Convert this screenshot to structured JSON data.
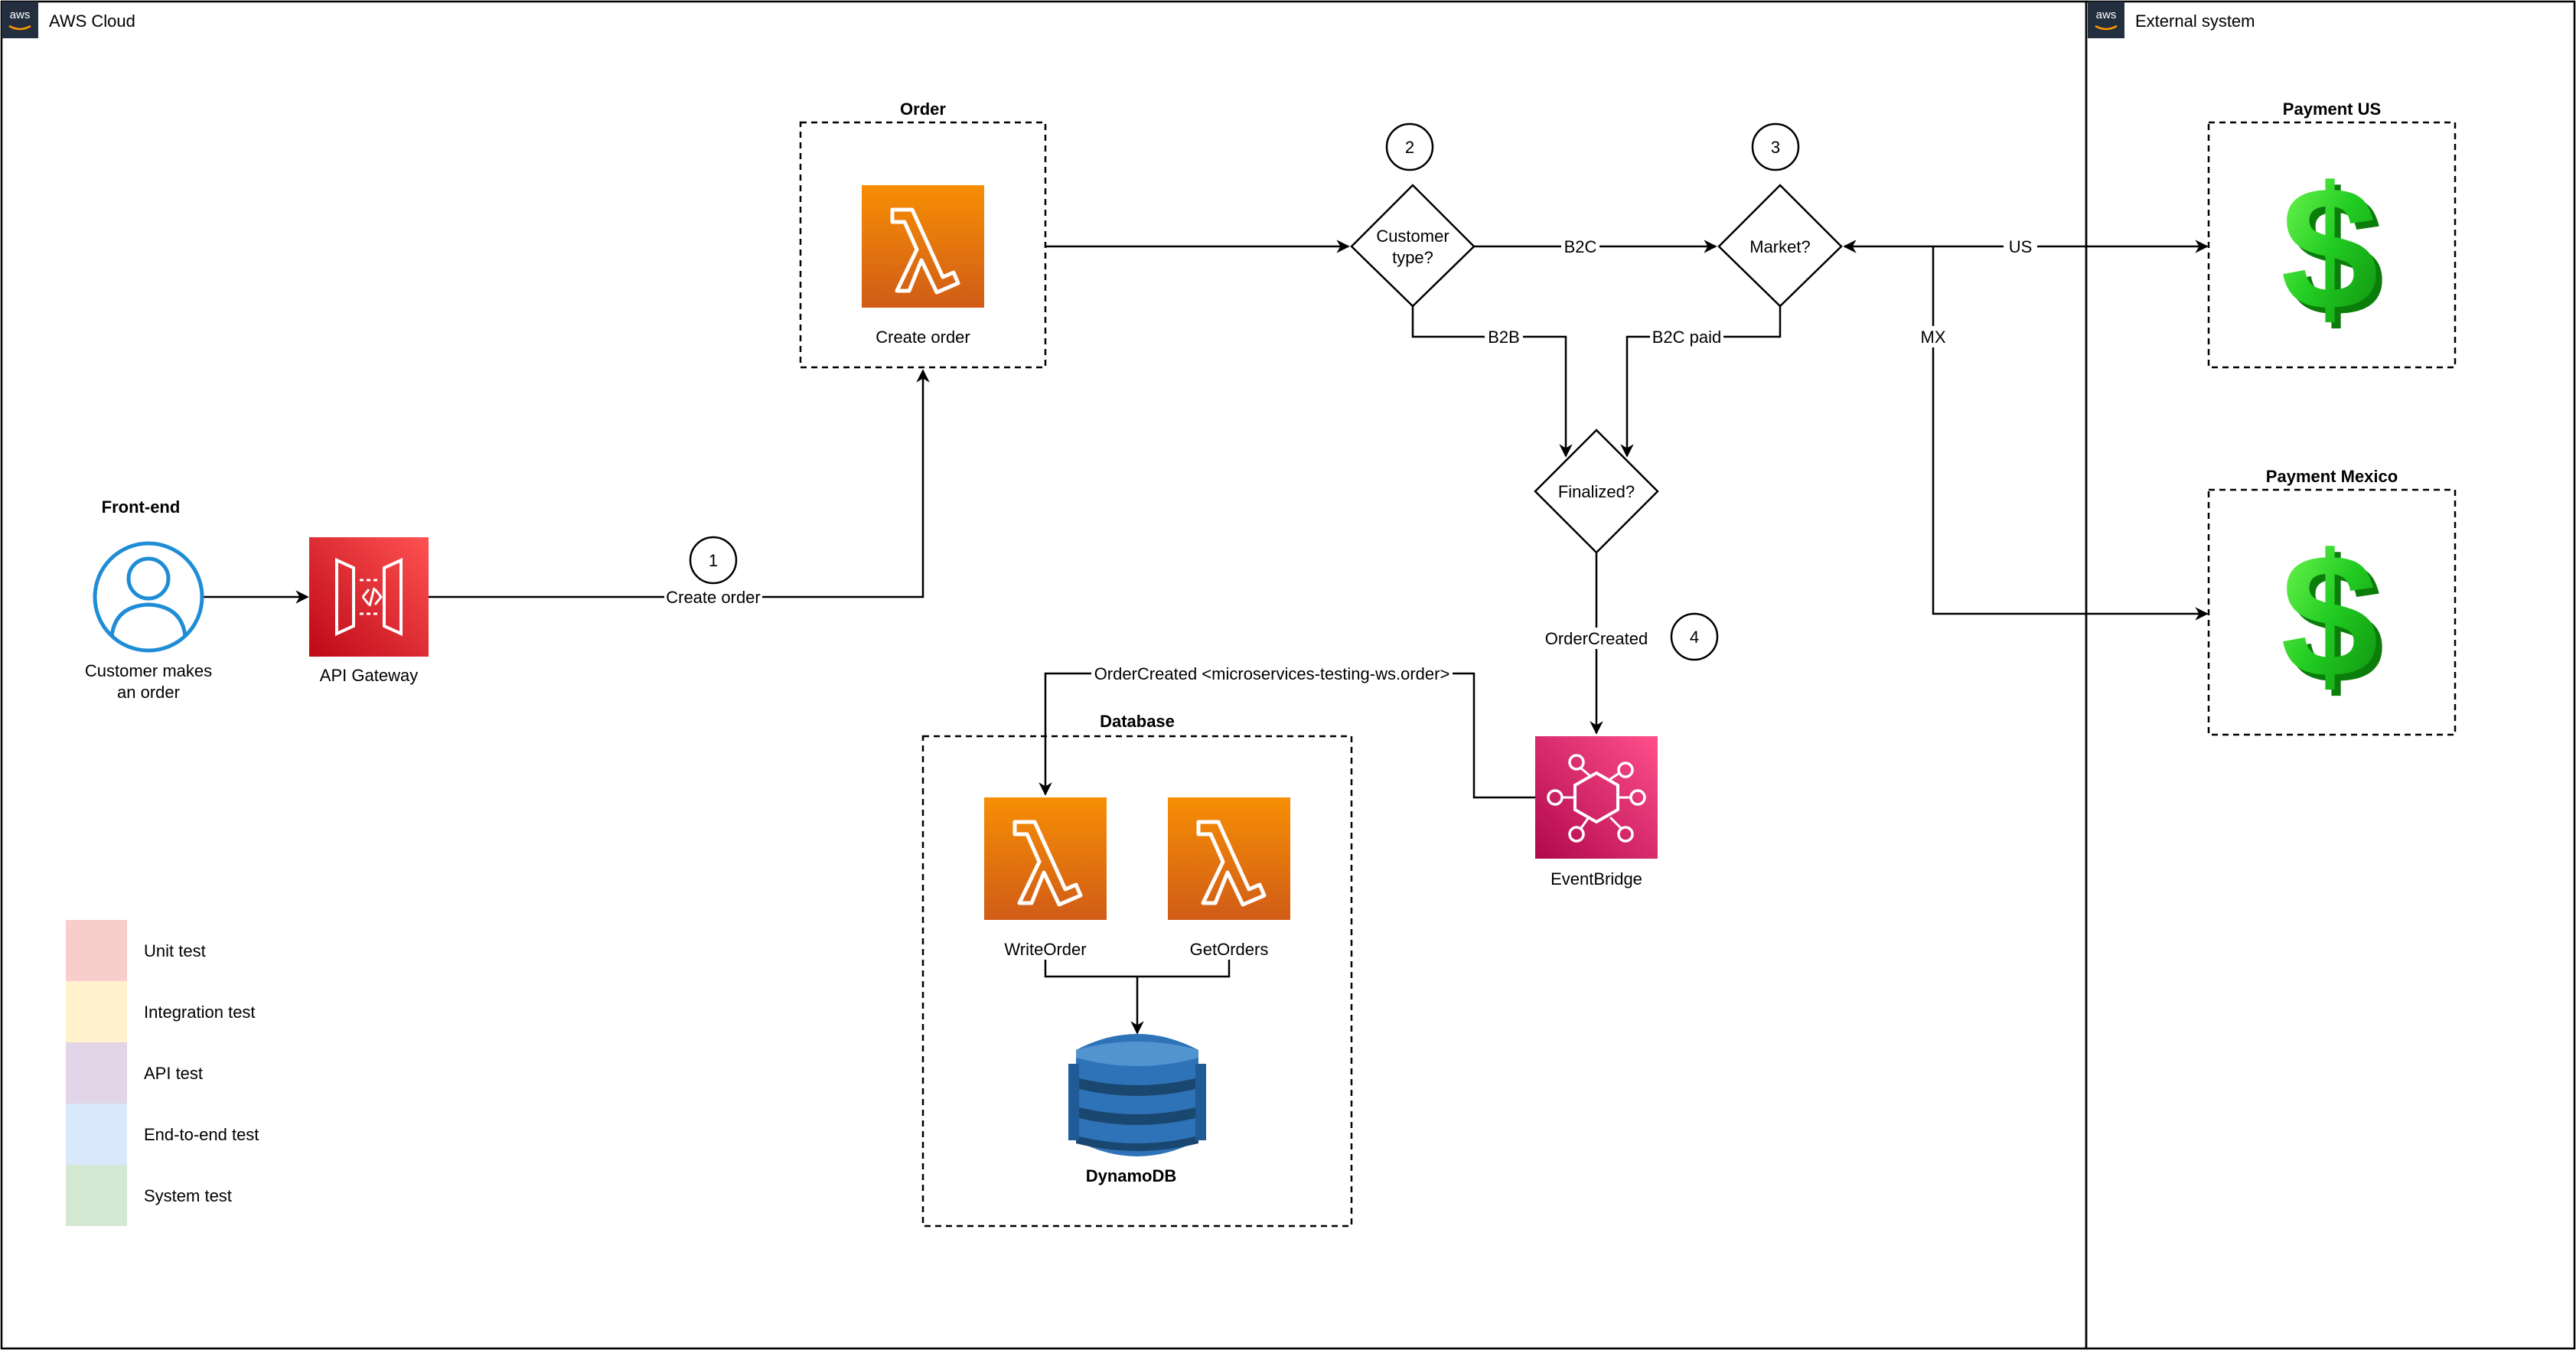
{
  "containers": {
    "aws_cloud": "AWS Cloud",
    "external_system": "External system",
    "aws_badge": "aws"
  },
  "groups": {
    "order": "Order",
    "database": "Database",
    "payment_us": "Payment US",
    "payment_mexico": "Payment Mexico",
    "front_end": "Front-end"
  },
  "nodes": {
    "customer": "Customer makes an order",
    "api_gateway": "API Gateway",
    "create_order": "Create order",
    "customer_type": "Customer type?",
    "market": "Market?",
    "finalized": "Finalized?",
    "eventbridge": "EventBridge",
    "write_order": "WriteOrder",
    "get_orders": "GetOrders",
    "dynamodb": "DynamoDB"
  },
  "edge_labels": {
    "create_order": "Create order",
    "b2c": "B2C",
    "b2b": "B2B",
    "b2c_paid": "B2C paid",
    "us": "US",
    "mx": "MX",
    "order_created": "OrderCreated",
    "order_created_rule": "OrderCreated <microservices-testing-ws.order>"
  },
  "steps": [
    "1",
    "2",
    "3",
    "4"
  ],
  "legend": [
    {
      "label": "Unit test",
      "color": "#f8cecc"
    },
    {
      "label": "Integration test",
      "color": "#fff2cc"
    },
    {
      "label": "API test",
      "color": "#e1d5e7"
    },
    {
      "label": "End-to-end test",
      "color": "#dae8fc"
    },
    {
      "label": "System test",
      "color": "#d5e8d4"
    }
  ],
  "colors": {
    "lambda_top": "#f78e04",
    "lambda_bottom": "#d05c17",
    "api_gateway": "#e7157b",
    "api_gateway_red": "#e52a2a",
    "eventbridge": "#e7157b",
    "dynamodb": "#2e73b8",
    "user_icon": "#1f8dd6",
    "dollar": "#33dd33"
  },
  "icons": {
    "customer": "user-icon",
    "api_gateway": "api-gateway-icon",
    "lambda": "lambda-icon",
    "eventbridge": "eventbridge-icon",
    "dynamodb": "dynamodb-icon",
    "payment": "dollar-icon"
  }
}
